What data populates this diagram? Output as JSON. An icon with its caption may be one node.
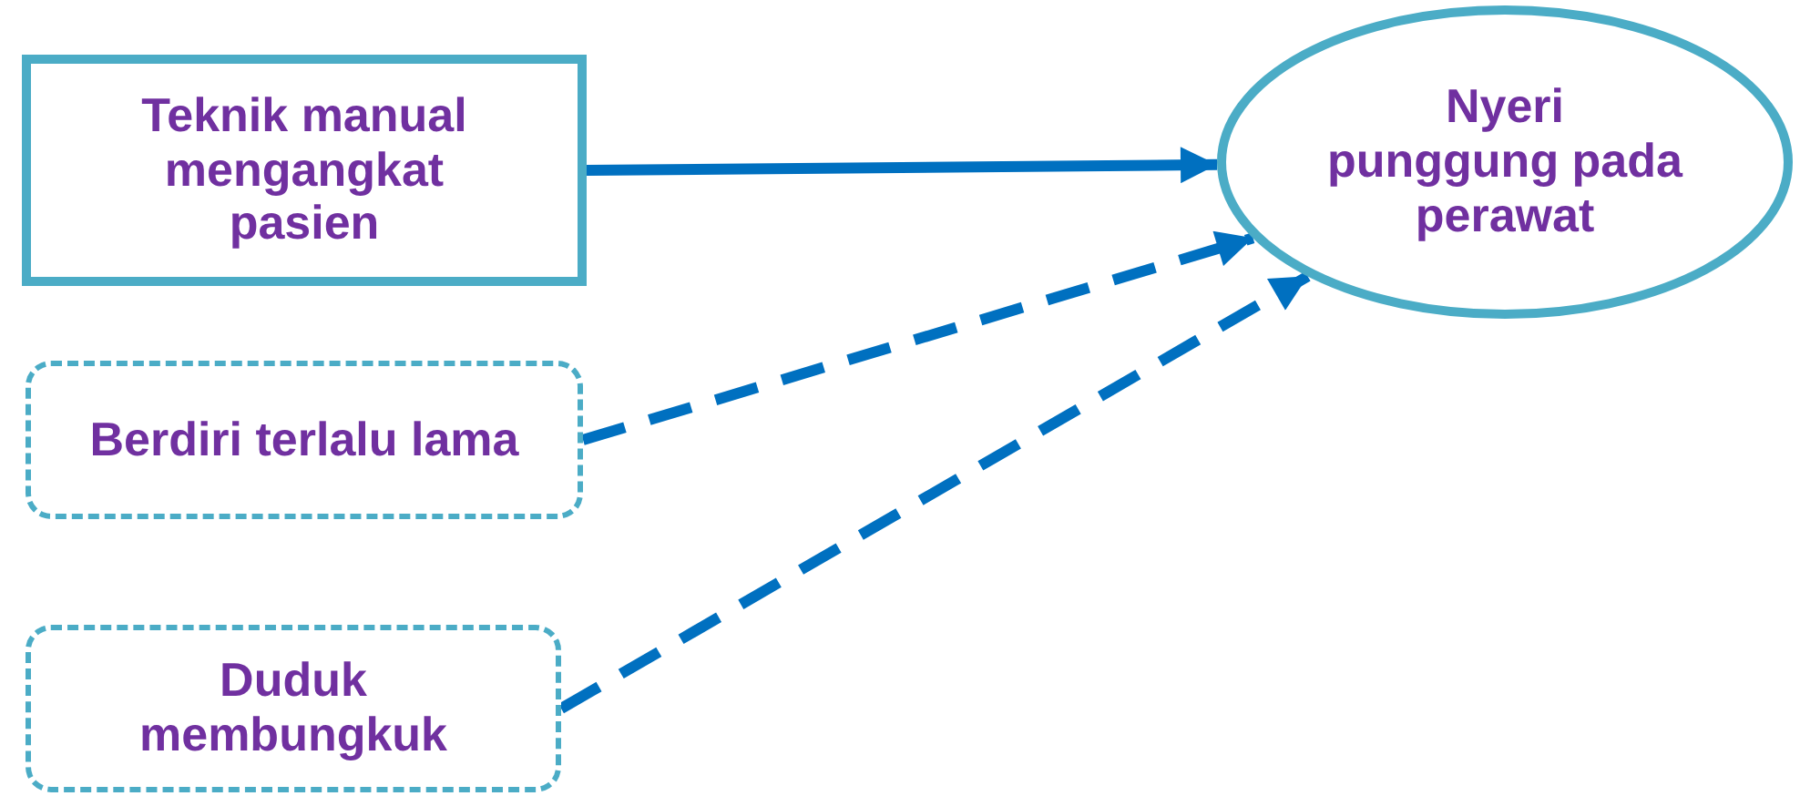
{
  "diagram": {
    "nodes": [
      {
        "text": [
          "Teknik manual mengangkat pasien"
        ]
      },
      {
        "text": [
          "Berdiri terlalu lama"
        ]
      },
      {
        "text": [
          "Duduk membungkuk"
        ]
      },
      {
        "text": [
          "Nyeri punggung pada perawat"
        ]
      }
    ],
    "edges": [
      {
        "from": 0,
        "to": 3,
        "arrow": "to"
      },
      {
        "from": 1,
        "to": 3,
        "arrow": "to",
        "style": "dashed"
      },
      {
        "from": 2,
        "to": 3,
        "arrow": "to",
        "style": "dashed"
      }
    ]
  }
}
